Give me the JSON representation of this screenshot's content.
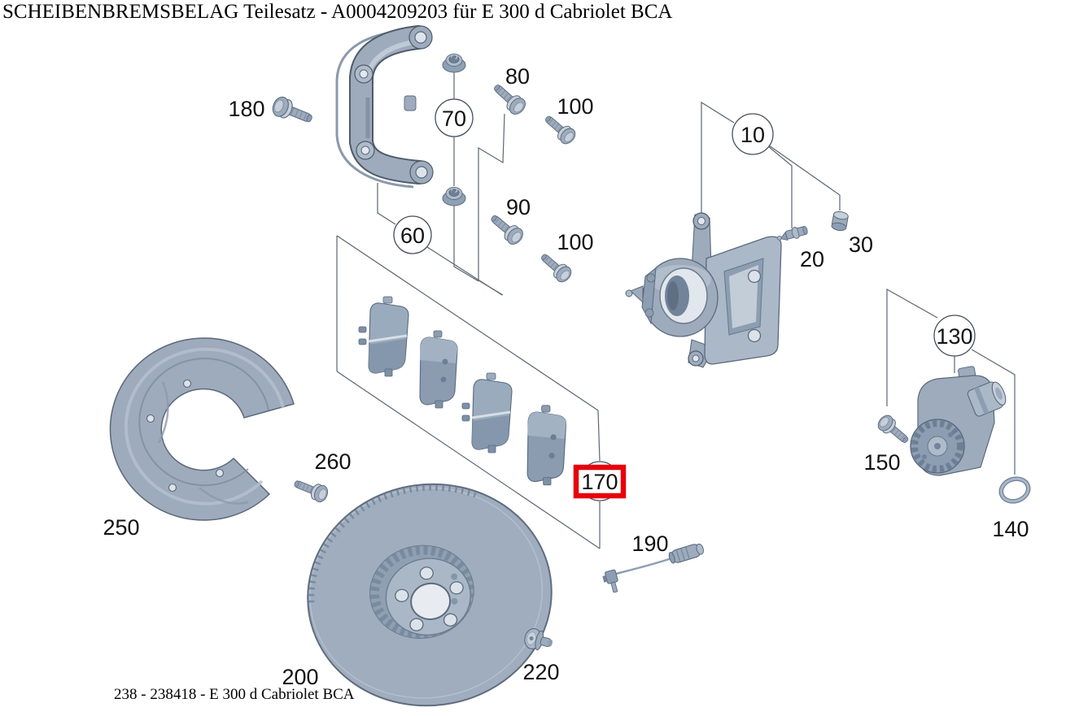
{
  "header": {
    "title": "SCHEIBENBREMSBELAG Teilesatz - A0004209203 für E 300 d Cabriolet BCA"
  },
  "footer": {
    "caption": "238 - 238418 - E 300 d Cabriolet BCA"
  },
  "highlight": {
    "selected_part": "170",
    "box_color": "#e8000c"
  },
  "colors": {
    "part_mid": "#9dabbd",
    "part_light": "#c7cfda",
    "part_dark": "#74859a",
    "outline": "#4e5b69",
    "callout_line": "#5c6671",
    "text": "#111111",
    "background": "#ffffff"
  },
  "labels": {
    "n180": "180",
    "n80": "80",
    "n100a": "100",
    "n90": "90",
    "n100b": "100",
    "n70": "70",
    "n60": "60",
    "n10": "10",
    "n130": "130",
    "n170": "170",
    "n20": "20",
    "n30": "30",
    "n150": "150",
    "n140": "140",
    "n190": "190",
    "n250": "250",
    "n260": "260",
    "n200": "200",
    "n220": "220"
  }
}
